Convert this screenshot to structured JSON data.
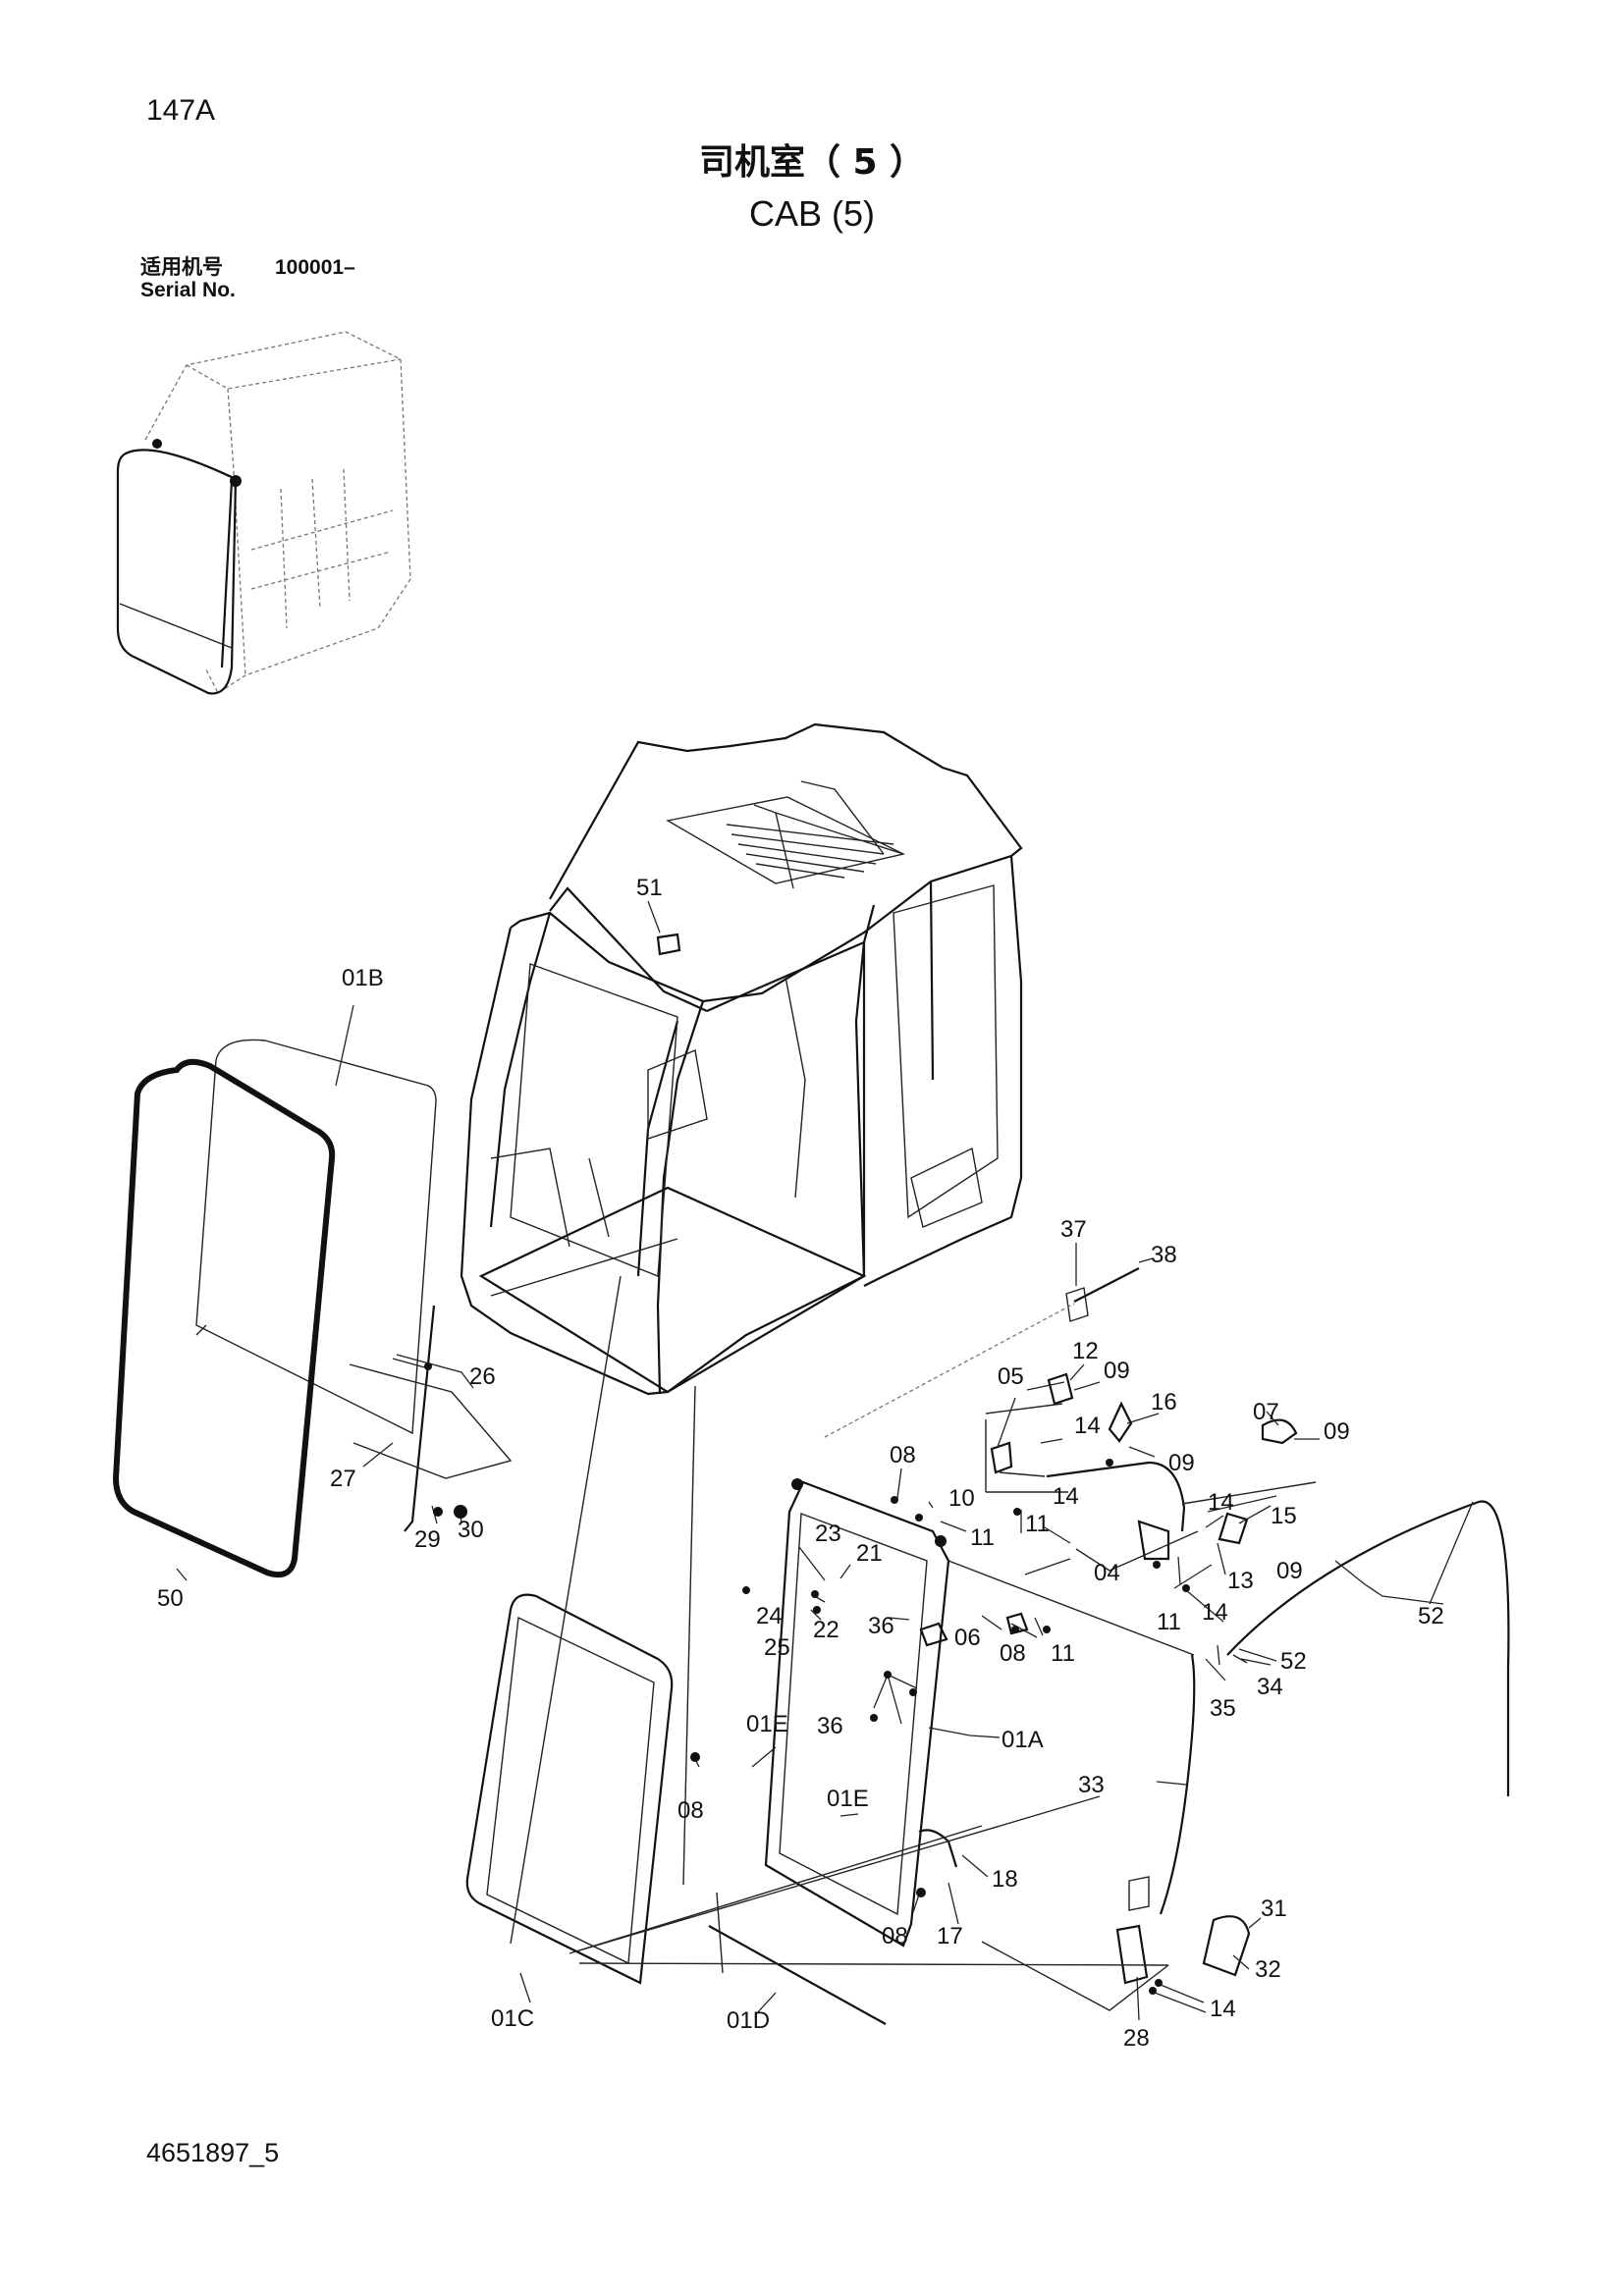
{
  "page_number": "147A",
  "title_cn": "司机室（ 5 ）",
  "title_en": "CAB (5)",
  "serial": {
    "label_cn": "适用机号",
    "value": "100001–",
    "label_en": "Serial No."
  },
  "document_number": "4651897_5",
  "callouts": [
    {
      "id": "c51",
      "text": "51"
    },
    {
      "id": "c01B",
      "text": "01B"
    },
    {
      "id": "c37",
      "text": "37"
    },
    {
      "id": "c38",
      "text": "38"
    },
    {
      "id": "c12",
      "text": "12"
    },
    {
      "id": "c09a",
      "text": "09"
    },
    {
      "id": "c05",
      "text": "05"
    },
    {
      "id": "c16",
      "text": "16"
    },
    {
      "id": "c07",
      "text": "07"
    },
    {
      "id": "c09b",
      "text": "09"
    },
    {
      "id": "c14a",
      "text": "14"
    },
    {
      "id": "c09c",
      "text": "09"
    },
    {
      "id": "c26",
      "text": "26"
    },
    {
      "id": "c08a",
      "text": "08"
    },
    {
      "id": "c10",
      "text": "10"
    },
    {
      "id": "c11a",
      "text": "11"
    },
    {
      "id": "c14b",
      "text": "14"
    },
    {
      "id": "c11b",
      "text": "11"
    },
    {
      "id": "c14c",
      "text": "14"
    },
    {
      "id": "c15",
      "text": "15"
    },
    {
      "id": "c27",
      "text": "27"
    },
    {
      "id": "c29",
      "text": "29"
    },
    {
      "id": "c30",
      "text": "30"
    },
    {
      "id": "c23",
      "text": "23"
    },
    {
      "id": "c21",
      "text": "21"
    },
    {
      "id": "c13",
      "text": "13"
    },
    {
      "id": "c09d",
      "text": "09"
    },
    {
      "id": "c04",
      "text": "04"
    },
    {
      "id": "c14d",
      "text": "14"
    },
    {
      "id": "c50",
      "text": "50"
    },
    {
      "id": "c24",
      "text": "24"
    },
    {
      "id": "c22",
      "text": "22"
    },
    {
      "id": "c36a",
      "text": "36"
    },
    {
      "id": "c25",
      "text": "25"
    },
    {
      "id": "c06",
      "text": "06"
    },
    {
      "id": "c08b",
      "text": "08"
    },
    {
      "id": "c11c",
      "text": "11"
    },
    {
      "id": "c11d",
      "text": "11"
    },
    {
      "id": "c52a",
      "text": "52"
    },
    {
      "id": "c52b",
      "text": "52"
    },
    {
      "id": "c34",
      "text": "34"
    },
    {
      "id": "c35",
      "text": "35"
    },
    {
      "id": "c36b",
      "text": "36"
    },
    {
      "id": "c01E_a",
      "text": "01E"
    },
    {
      "id": "c01A",
      "text": "01A"
    },
    {
      "id": "c01E_b",
      "text": "01E"
    },
    {
      "id": "c33",
      "text": "33"
    },
    {
      "id": "c08c",
      "text": "08"
    },
    {
      "id": "c18",
      "text": "18"
    },
    {
      "id": "c08d",
      "text": "08"
    },
    {
      "id": "c17",
      "text": "17"
    },
    {
      "id": "c31",
      "text": "31"
    },
    {
      "id": "c32",
      "text": "32"
    },
    {
      "id": "c14e",
      "text": "14"
    },
    {
      "id": "c28",
      "text": "28"
    },
    {
      "id": "c01C",
      "text": "01C"
    },
    {
      "id": "c01D",
      "text": "01D"
    }
  ]
}
